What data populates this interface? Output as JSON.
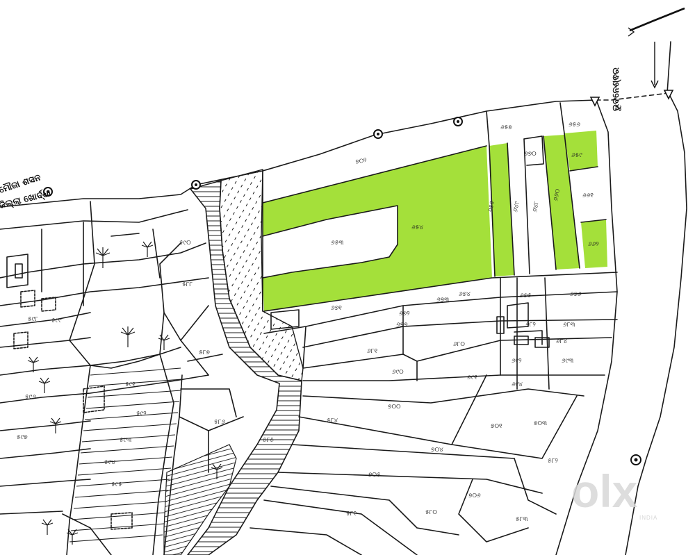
{
  "map": {
    "highlight_color": "#a4e03a",
    "line_color": "#1a1a1a",
    "labels": {
      "north_road": "ଭୁବନେଶ୍ଵର",
      "left_top": "ମୌଜା ଶସନ",
      "left_bottom": "ଜିଲ୍ଲା ଖୋର୍ଦ୍ଧା"
    },
    "plots": {
      "p1": "୭୦୨",
      "p2": "୬୫୭",
      "p3": "୬୫୬",
      "p4": "୬୫୩",
      "p5": "୬୫୪",
      "p6": "୬୫୫",
      "p7": "୬୪୯",
      "p8": "୬୪୮",
      "p9": "୬୬୦",
      "p10": "୬୬୧",
      "p11": "୬୫୯",
      "p12": "୬୬୨",
      "p13": "୬୭୦",
      "p14": "୬୭୧",
      "p15": "୬୭୨",
      "p16": "୬୭୩",
      "p17": "୬୭୪",
      "p18": "୬୭୫",
      "p19": "୬୭୬",
      "p20": "୬୭୭",
      "p21": "୬୮୦",
      "p22": "୬୮୧",
      "p23": "୬୮୨",
      "p24": "୬୮୩",
      "p25": "୬୮୪",
      "p26": "୬୯୦",
      "p27": "୬୯୧",
      "p28": "୬୯୨",
      "p29": "୬୯୩",
      "p30": "୬୯୪",
      "p31": "୭୦୦",
      "p32": "୭୦୧",
      "p33": "୭୦୩",
      "p34": "୭୦୪",
      "p35": "୭୦୫",
      "p36": "୭୦୬",
      "p37": "୫୮୦",
      "p38": "୫୮୧",
      "p39": "୫୮୨",
      "p40": "୫୮୩",
      "p41": "୫୮୪",
      "p42": "୫୮୫",
      "p43": "୫୮୬",
      "p44": "୫୮୭",
      "p45": "୫୮୮",
      "p46": "୫୯୦",
      "p47": "୫୯୧",
      "p48": "୫୯୨",
      "p49": "୫୯୩",
      "p50": "୫୯୪",
      "p51": "୫୯୫",
      "p52": "୫୯୬",
      "p53": "୫୯୭",
      "p54": "୫୯୮",
      "p55": "୫୯୯"
    },
    "watermark": {
      "brand": "olx",
      "country": "INDIA"
    }
  }
}
